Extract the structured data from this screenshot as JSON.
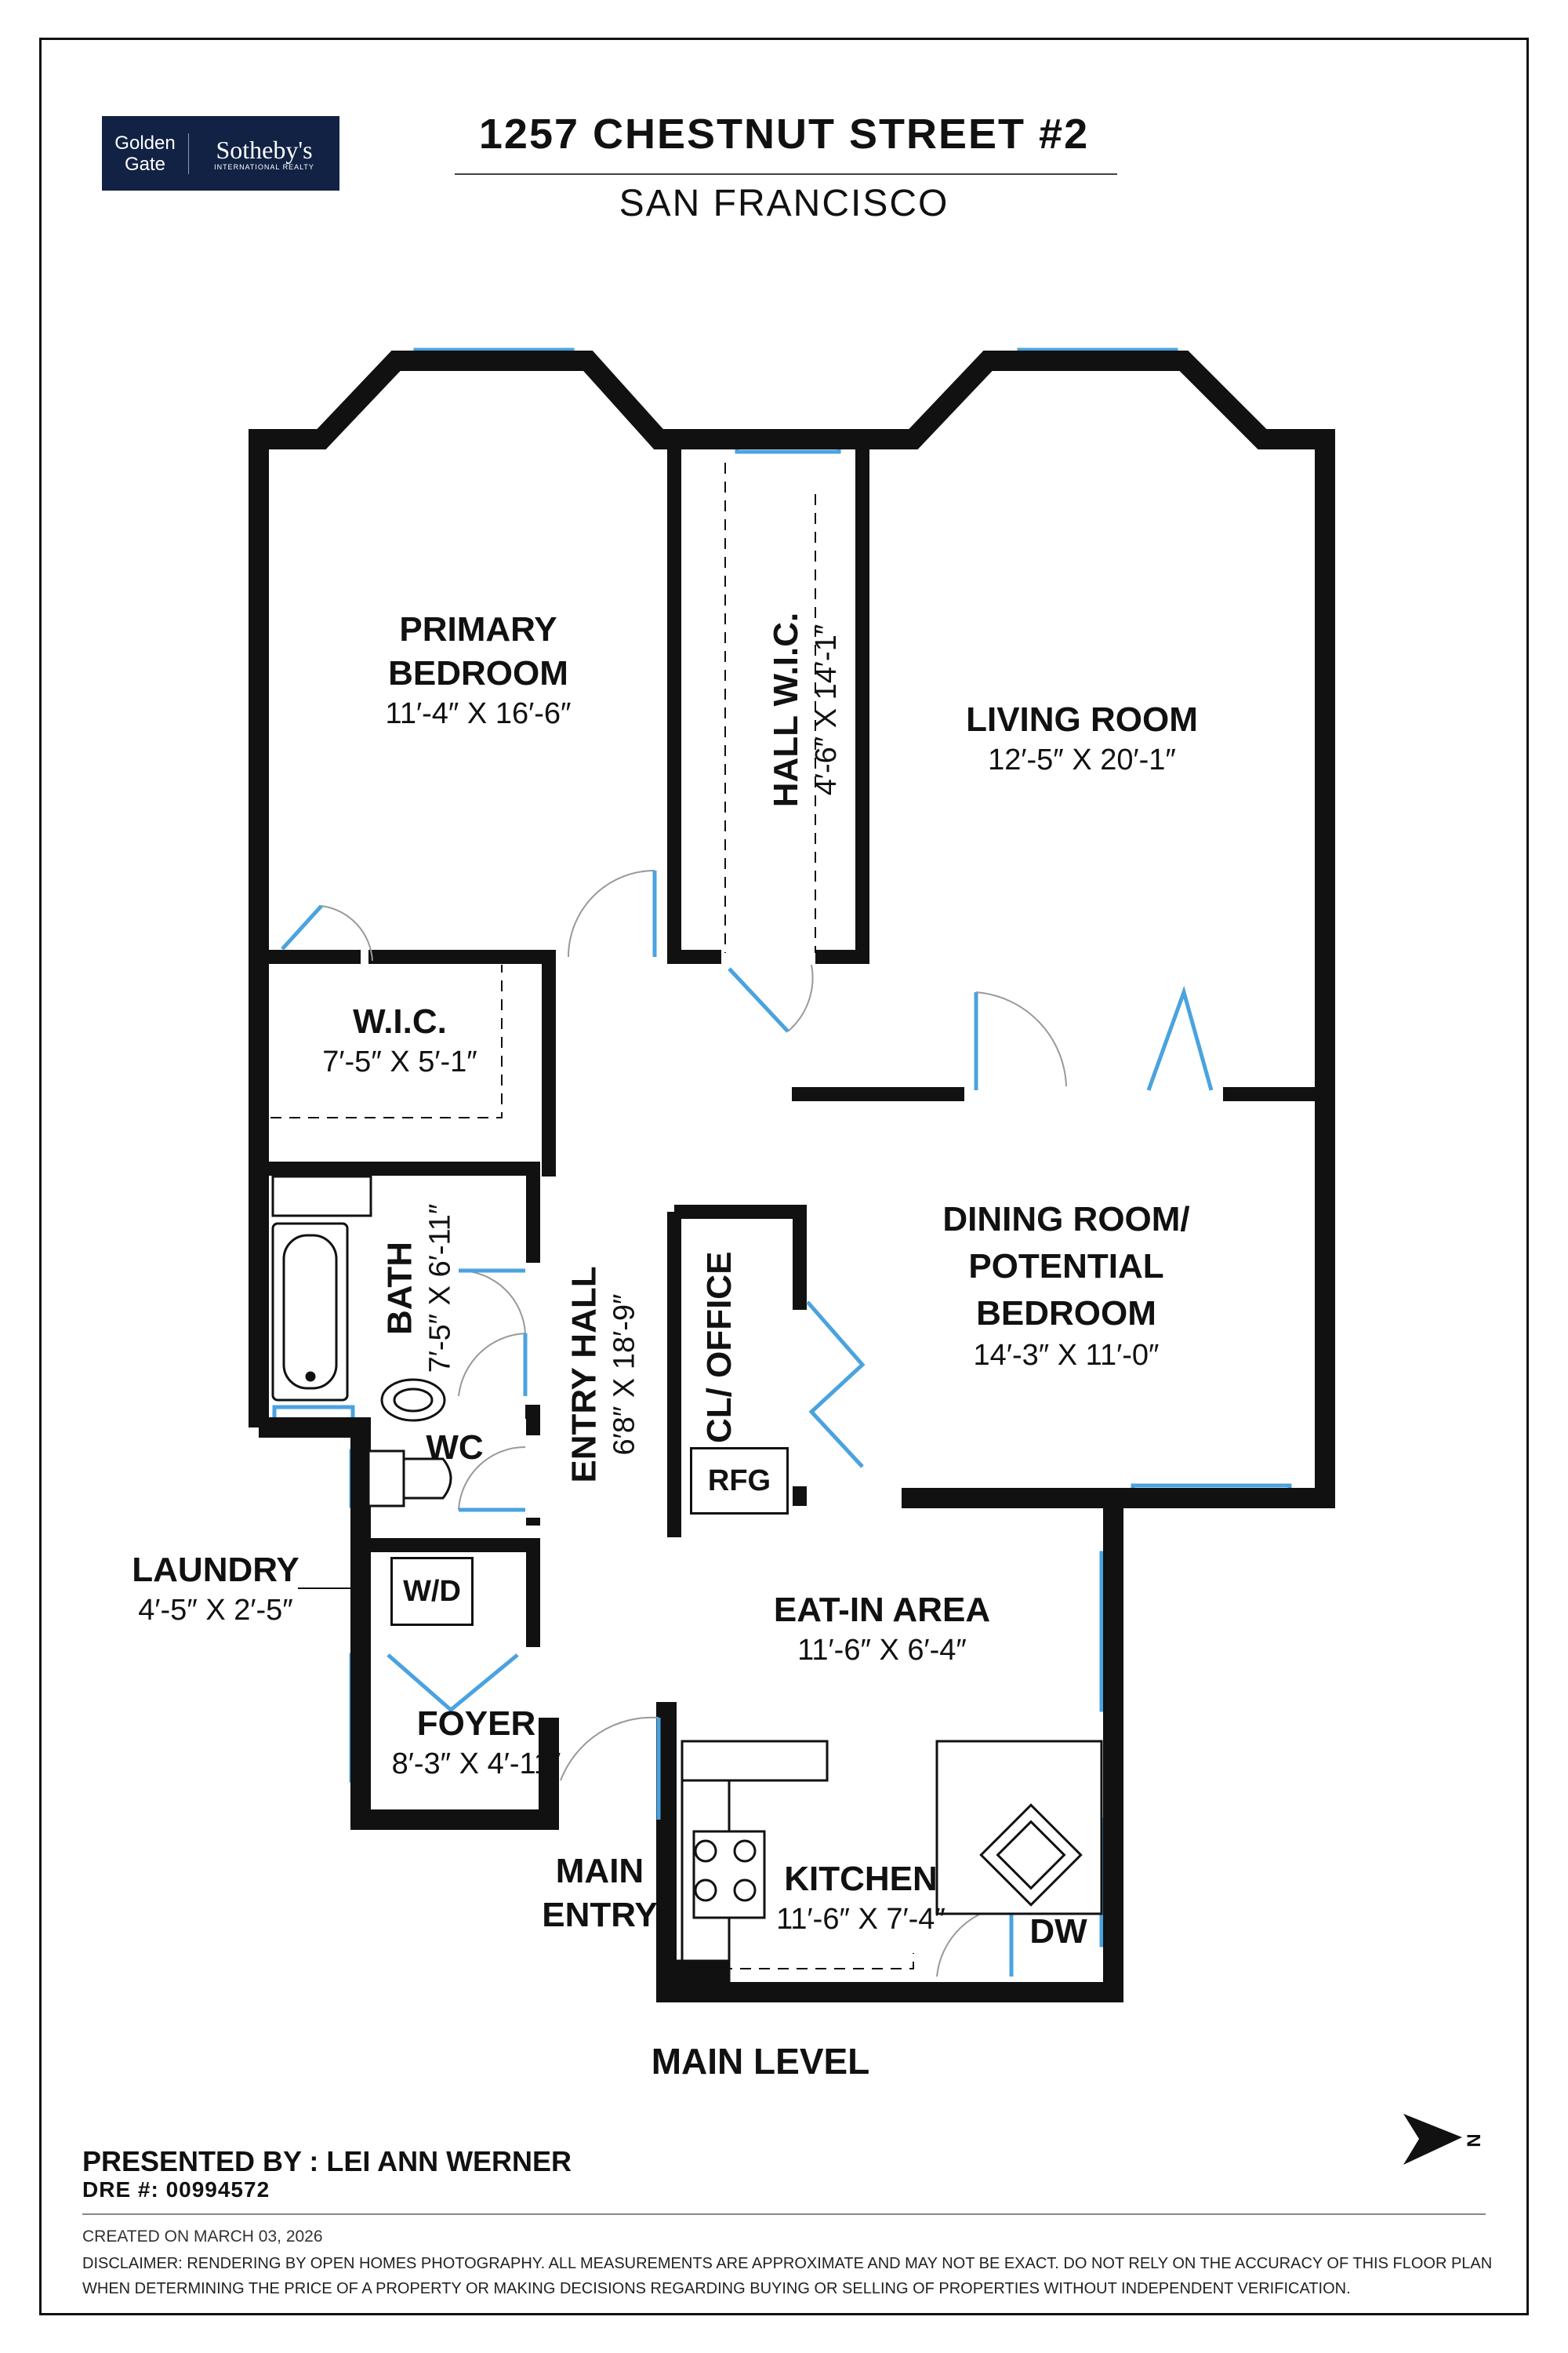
{
  "header": {
    "brand_line1": "Golden",
    "brand_line2": "Gate",
    "brand_name": "Sotheby's",
    "brand_sub": "INTERNATIONAL REALTY",
    "address": "1257 CHESTNUT STREET #2",
    "city": "SAN FRANCISCO"
  },
  "rooms": {
    "primary_bedroom": {
      "name1": "PRIMARY",
      "name2": "BEDROOM",
      "dims": "11′-4″ X 16′-6″"
    },
    "hall_wic": {
      "name": "HALL W.I.C.",
      "dims": "4′-6″ X 14′-1″"
    },
    "living_room": {
      "name": "LIVING ROOM",
      "dims": "12′-5″ X 20′-1″"
    },
    "wic": {
      "name": "W.I.C.",
      "dims": "7′-5″ X 5′-1″"
    },
    "bath": {
      "name": "BATH",
      "dims": "7′-5″ X 6′-11″"
    },
    "entry_hall": {
      "name": "ENTRY HALL",
      "dims": "6′8″ X 18′-9″"
    },
    "cl_office": {
      "name": "CL/ OFFICE"
    },
    "dining_room": {
      "name1": "DINING ROOM/",
      "name2": "POTENTIAL",
      "name3": "BEDROOM",
      "dims": "14′-3″ X 11′-0″"
    },
    "wc": {
      "name": "WC"
    },
    "laundry": {
      "name": "LAUNDRY",
      "dims": "4′-5″ X 2′-5″"
    },
    "eat_in": {
      "name": "EAT-IN AREA",
      "dims": "11′-6″ X 6′-4″"
    },
    "foyer": {
      "name": "FOYER",
      "dims": "8′-3″ X 4′-11″"
    },
    "kitchen": {
      "name": "KITCHEN",
      "dims": "11′-6″ X 7′-4″"
    },
    "main_entry": {
      "line1": "MAIN",
      "line2": "ENTRY"
    }
  },
  "fixtures": {
    "rfg": "RFG",
    "wd": "W/D",
    "dw": "DW"
  },
  "level": "MAIN LEVEL",
  "compass": "N",
  "footer": {
    "presenter": "PRESENTED BY : LEI ANN WERNER",
    "dre": "DRE #: 00994572",
    "created": "CREATED ON MARCH 03, 2026",
    "disclaimer": "DISCLAIMER: RENDERING BY OPEN HOMES PHOTOGRAPHY. ALL MEASUREMENTS ARE APPROXIMATE AND MAY NOT BE EXACT. DO NOT RELY ON THE ACCURACY OF THIS FLOOR PLAN WHEN DETERMINING THE PRICE OF A PROPERTY OR MAKING DECISIONS REGARDING BUYING OR SELLING OF PROPERTIES WITHOUT INDEPENDENT VERIFICATION."
  },
  "colors": {
    "wall": "#111111",
    "window": "#4aa3df",
    "brand_bg": "#112244"
  }
}
